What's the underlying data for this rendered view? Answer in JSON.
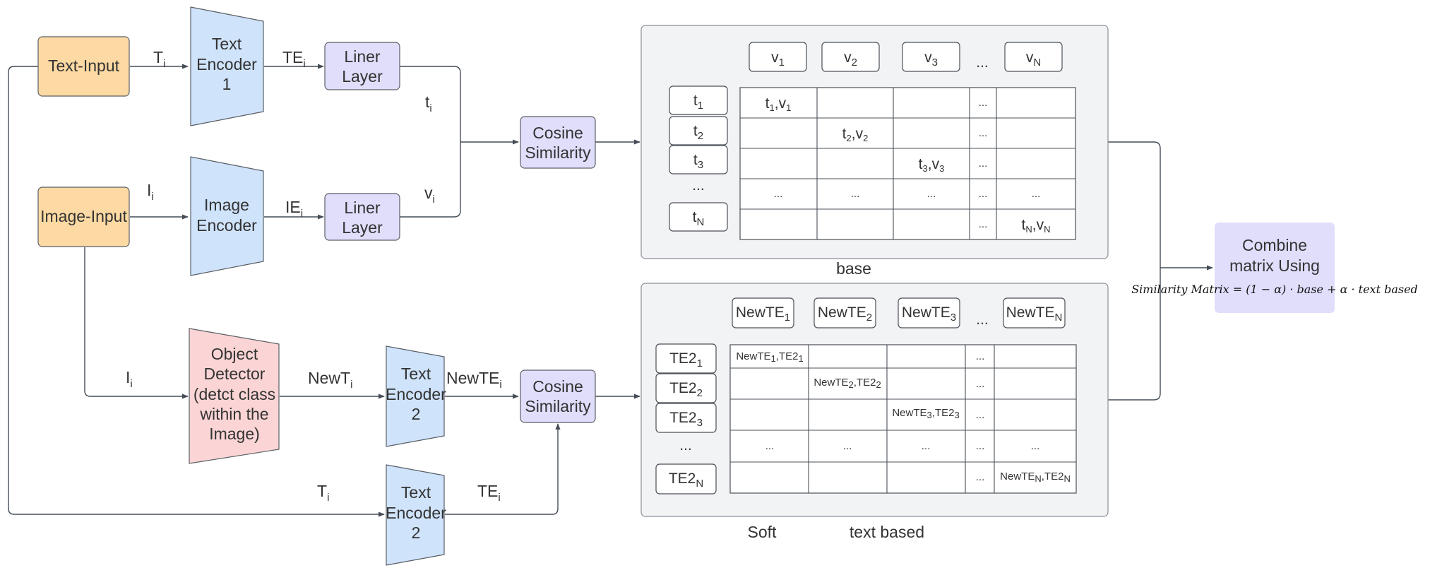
{
  "colors": {
    "input_fill": "#fdd9a3",
    "encoder_fill": "#cfe3fb",
    "layer_fill": "#e0defb",
    "detector_fill": "#fbd5d5",
    "combine_fill": "#e0defb",
    "panel_fill": "#f2f3f5",
    "line": "#444c56"
  },
  "inputs": {
    "text_input": "Text-Input",
    "image_input": "Image-Input"
  },
  "encoders": {
    "text_encoder_1": [
      "Text",
      "Encoder",
      "1"
    ],
    "image_encoder": [
      "Image",
      "Encoder"
    ],
    "text_encoder_2a": [
      "Text",
      "Encoder",
      "2"
    ],
    "text_encoder_2b": [
      "Text",
      "Encoder",
      "2"
    ],
    "object_detector": [
      "Object",
      "Detector",
      "(detct class",
      "within the",
      "Image)"
    ]
  },
  "layers": {
    "liner_layer_top": [
      "Liner",
      "Layer"
    ],
    "liner_layer_bottom": [
      "Liner",
      "Layer"
    ]
  },
  "similarity": {
    "cosine_top": [
      "Cosine",
      "Similarity"
    ],
    "cosine_bottom": [
      "Cosine",
      "Similarity"
    ]
  },
  "edge_labels": {
    "ti_top": "T",
    "tei_top": "TE",
    "ti_small": "t",
    "ii_top": "I",
    "iei": "IE",
    "vi_small": "v",
    "ii_bottom": "I",
    "newti": "NewT",
    "newtei": "NewTE",
    "ti_bottom": "T",
    "tei_bottom": "TE",
    "sub_i": "i"
  },
  "base_matrix": {
    "caption": "base",
    "column_headers": [
      {
        "base": "v",
        "sub": "1"
      },
      {
        "base": "v",
        "sub": "2"
      },
      {
        "base": "v",
        "sub": "3"
      },
      {
        "base": "...",
        "sub": ""
      },
      {
        "base": "v",
        "sub": "N"
      }
    ],
    "row_headers": [
      {
        "base": "t",
        "sub": "1"
      },
      {
        "base": "t",
        "sub": "2"
      },
      {
        "base": "t",
        "sub": "3"
      },
      {
        "base": "...",
        "sub": ""
      },
      {
        "base": "t",
        "sub": "N"
      }
    ],
    "diag_cells": [
      {
        "a": "t",
        "as": "1",
        "b": "v",
        "bs": "1"
      },
      {
        "a": "t",
        "as": "2",
        "b": "v",
        "bs": "2"
      },
      {
        "a": "t",
        "as": "3",
        "b": "v",
        "bs": "3"
      },
      {
        "a": "t",
        "as": "N",
        "b": "v",
        "bs": "N"
      }
    ],
    "ellipsis": "..."
  },
  "text_matrix": {
    "caption_left": "Soft",
    "caption_right": "text based",
    "column_headers": [
      {
        "base": "NewTE",
        "sub": "1"
      },
      {
        "base": "NewTE",
        "sub": "2"
      },
      {
        "base": "NewTE",
        "sub": "3"
      },
      {
        "base": "...",
        "sub": ""
      },
      {
        "base": "NewTE",
        "sub": "N"
      }
    ],
    "row_headers": [
      {
        "base": "TE2",
        "sub": "1"
      },
      {
        "base": "TE2",
        "sub": "2"
      },
      {
        "base": "TE2",
        "sub": "3"
      },
      {
        "base": "...",
        "sub": ""
      },
      {
        "base": "TE2",
        "sub": "N"
      }
    ],
    "diag_cells": [
      {
        "a": "NewTE",
        "as": "1",
        "b": "TE2",
        "bs": "1"
      },
      {
        "a": "NewTE",
        "as": "2",
        "b": "TE2",
        "bs": "2"
      },
      {
        "a": "NewTE",
        "as": "3",
        "b": "TE2",
        "bs": "3"
      },
      {
        "a": "NewTE",
        "as": "N",
        "b": "TE2",
        "bs": "N"
      }
    ],
    "ellipsis": "..."
  },
  "combine": {
    "title": [
      "Combine",
      "matrix Using"
    ],
    "formula": "Similarity Matrix = (1 − α) · base + α · text based"
  }
}
